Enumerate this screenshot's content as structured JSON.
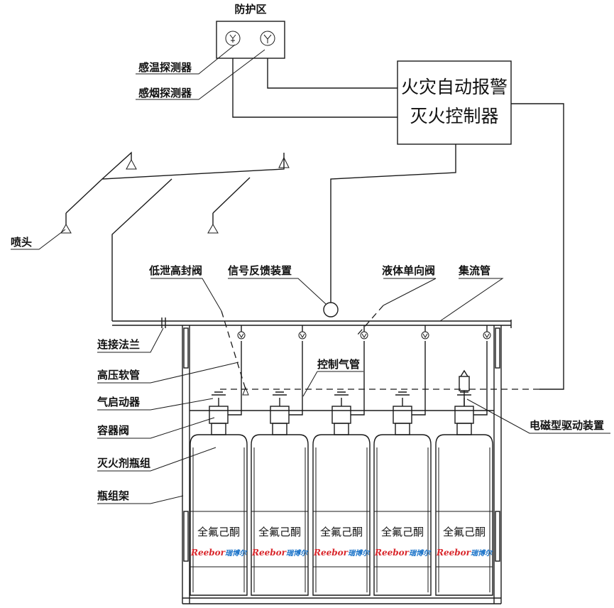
{
  "zone": {
    "title": "防护区"
  },
  "controller": {
    "line1": "火灾自动报警",
    "line2": "灭火控制器"
  },
  "labels": {
    "temp_detector": "感温探测器",
    "smoke_detector": "感烟探测器",
    "nozzle": "喷头",
    "low_leak_valve": "低泄高封阀",
    "signal_feedback": "信号反馈装置",
    "check_valve": "液体单向阀",
    "manifold": "集流管",
    "flange": "连接法兰",
    "hose": "高压软管",
    "pilot_actuator": "气启动器",
    "control_pipe": "控制气管",
    "container_valve": "容器阀",
    "cylinder_group": "灭火剂瓶组",
    "rack": "瓶组架",
    "solenoid": "电磁型驱动装置"
  },
  "cylinders": [
    {
      "agent": "全氟己酮",
      "brand_a": "Reebor",
      "brand_b": "瑞博尔"
    },
    {
      "agent": "全氟己酮",
      "brand_a": "Reebor",
      "brand_b": "瑞博尔"
    },
    {
      "agent": "全氟己酮",
      "brand_a": "Reebor",
      "brand_b": "瑞博尔"
    },
    {
      "agent": "全氟己酮",
      "brand_a": "Reebor",
      "brand_b": "瑞博尔"
    },
    {
      "agent": "全氟己酮",
      "brand_a": "Reebor",
      "brand_b": "瑞博尔"
    }
  ],
  "colors": {
    "brand_red": "#d9262b",
    "brand_blue": "#1a73c9"
  }
}
